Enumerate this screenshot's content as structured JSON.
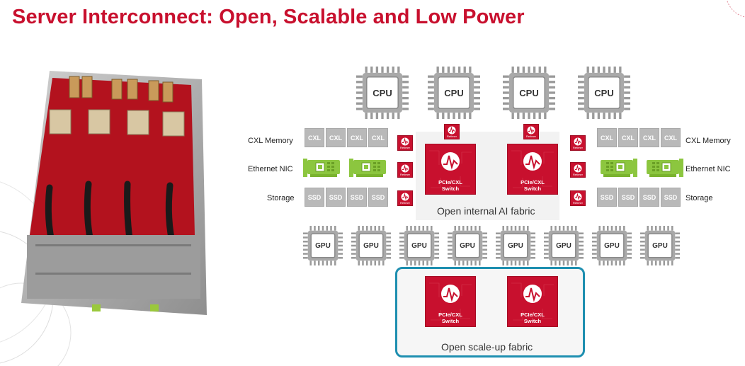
{
  "title": "Server Interconnect: Open, Scalable and Low Power",
  "cpu_label": "CPU",
  "gpu_label": "GPU",
  "cxl_label": "CXL",
  "ssd_label": "SSD",
  "switch_label_line1": "PCIe/CXL",
  "switch_label_line2": "Switch",
  "retimer_label": "Retimer",
  "side_labels": {
    "cxl_memory": "CXL Memory",
    "ethernet_nic": "Ethernet NIC",
    "storage": "Storage"
  },
  "internal_fabric_label": "Open internal AI fabric",
  "scaleup_fabric_label": "Open scale-up fabric",
  "colors": {
    "brand_red": "#c8102e",
    "gray": "#b9b9b9",
    "nic_green": "#8cc63f",
    "scaleup_border": "#1e8fb0"
  },
  "icons": {
    "processor": "chip-icon",
    "switch": "waveform-logo-icon",
    "nic": "network-card-icon"
  }
}
